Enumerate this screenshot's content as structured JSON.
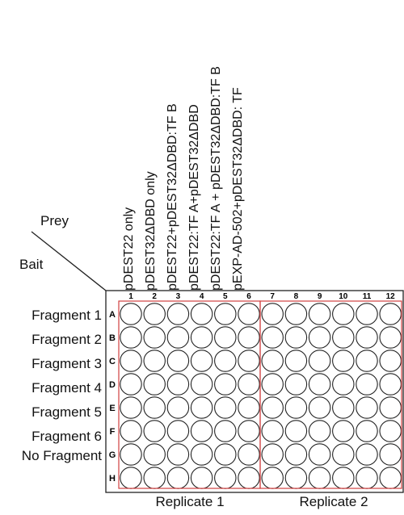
{
  "corner": {
    "prey": "Prey",
    "bait": "Bait"
  },
  "prey_columns": [
    "pDEST22 only",
    "pDEST32ΔDBD only",
    "pDEST22+pDEST32ΔDBD:TF B",
    "pDEST22:TF A+pDEST32ΔDBD",
    "pDEST22:TF A + pDEST32ΔDBD:TF B",
    "pEXP-AD-502+pDEST32ΔDBD: TF"
  ],
  "bait_rows": [
    "Fragment 1",
    "Fragment 2",
    "Fragment 3",
    "Fragment 4",
    "Fragment 5",
    "Fragment 6",
    "No Fragment"
  ],
  "plate": {
    "col_numbers": [
      "1",
      "2",
      "3",
      "4",
      "5",
      "6",
      "7",
      "8",
      "9",
      "10",
      "11",
      "12"
    ],
    "row_letters": [
      "A",
      "B",
      "C",
      "D",
      "E",
      "F",
      "G",
      "H"
    ]
  },
  "replicates": [
    "Replicate 1",
    "Replicate 2"
  ],
  "colors": {
    "replicate_box": "#d04040",
    "outline": "#222222"
  }
}
